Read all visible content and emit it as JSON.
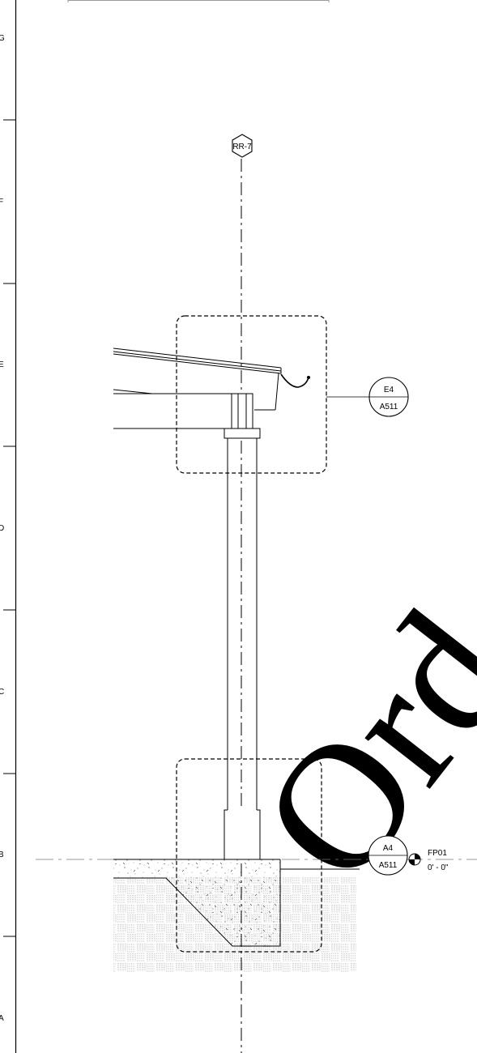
{
  "sheet": {
    "row_markers": [
      "G",
      "F",
      "E",
      "D",
      "C",
      "B",
      "A"
    ]
  },
  "grid_bubble": {
    "label": "RR-7"
  },
  "callouts": [
    {
      "detail": "E4",
      "sheet": "A511"
    },
    {
      "detail": "A4",
      "sheet": "A511"
    }
  ],
  "level_marker": {
    "name": "FP01",
    "elevation": "0' - 0\""
  },
  "watermark": {
    "text": "Ord"
  },
  "colors": {
    "line": "#000000",
    "grid_line": "#555555",
    "paper": "#ffffff"
  }
}
